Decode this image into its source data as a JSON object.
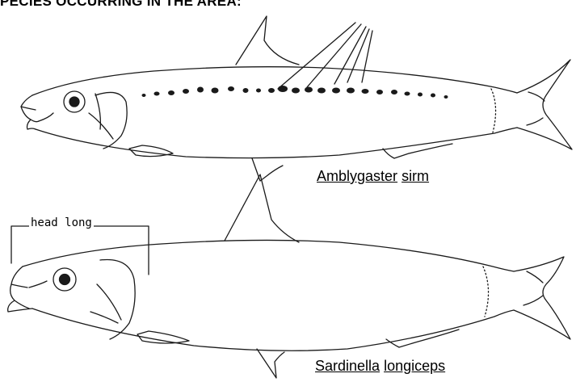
{
  "header": {
    "title": "PECIES OCCURRING IN THE AREA:"
  },
  "fish1": {
    "genus": "Amblygaster",
    "species": "sirm"
  },
  "fish2": {
    "genus": "Sardinella",
    "species": "longiceps",
    "head_label": "head long"
  }
}
